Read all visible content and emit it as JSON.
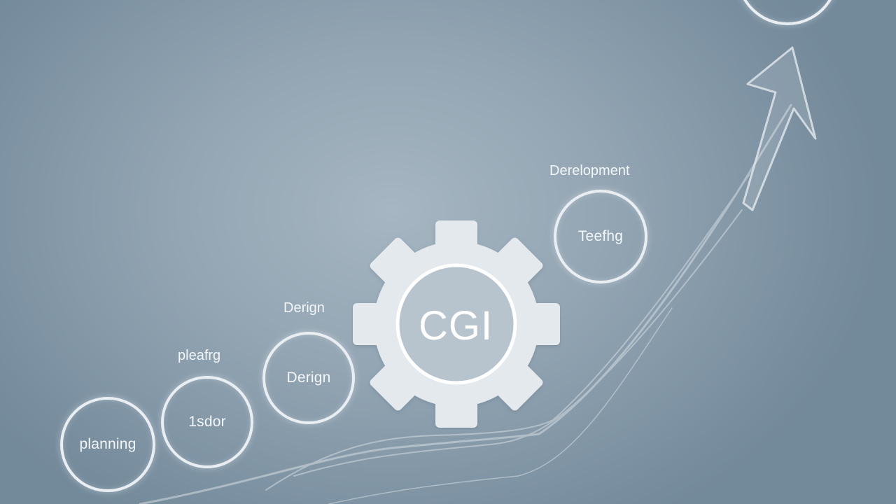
{
  "title": "",
  "stages": {
    "planning": {
      "circle_label": "planning"
    },
    "task": {
      "circle_label": "1sdor",
      "top_label": "pleafrg"
    },
    "design": {
      "circle_label": "Derign",
      "top_label": "Derign"
    },
    "testing": {
      "circle_label": "Teefhg",
      "top_label": "Derelopment"
    }
  },
  "gear": {
    "label": "CGI",
    "icon": "gear-icon"
  },
  "arrow": {
    "icon": "arrow-up-icon"
  },
  "colors": {
    "background": "#93a5b3",
    "outline": "#e9eef2",
    "text": "#f3f6f8"
  }
}
